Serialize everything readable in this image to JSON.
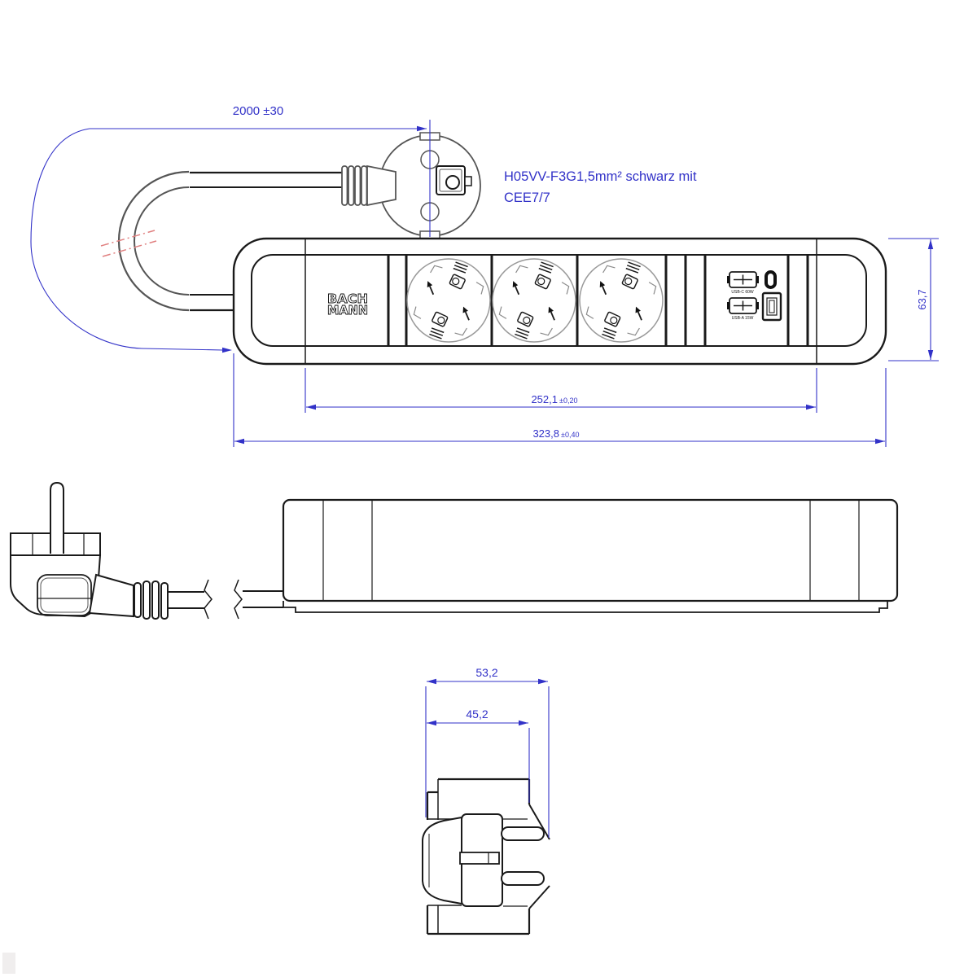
{
  "colors": {
    "dimension_blue": "#3232c8",
    "outline_black": "#1a1a1a",
    "detail_gray": "#8a8a8a",
    "break_mark_red": "#e08080",
    "background": "#ffffff"
  },
  "dimensions": {
    "cable_length": {
      "value": "2000 ±30"
    },
    "socket_span": {
      "value": "252,1",
      "tolerance": "±0,20"
    },
    "strip_length": {
      "value": "323,8",
      "tolerance": "±0,40"
    },
    "strip_height": {
      "value": "63,7"
    },
    "end_total_width": {
      "value": "53,2"
    },
    "end_body_width": {
      "value": "45,2"
    }
  },
  "labels": {
    "cable_spec_line1": "H05VV-F3G1,5mm² schwarz mit",
    "cable_spec_line2": "CEE7/7",
    "logo_line1": "BACH",
    "logo_line2": "MANN",
    "usb_c_port": "USB-C 60W",
    "usb_a_port": "USB-A 15W"
  }
}
